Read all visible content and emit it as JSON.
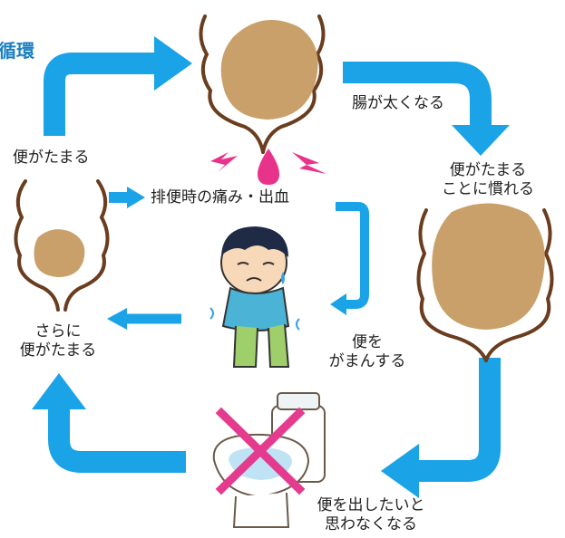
{
  "title_fragment": "循環",
  "labels": {
    "gut_thickens": "腸が太くなる",
    "used_to_stool": [
      "便がたまる",
      "ことに慣れる"
    ],
    "stool_collects": "便がたまる",
    "pain_bleeding": "排便時の痛み・出血",
    "hold_stool": [
      "便を",
      "がまんする"
    ],
    "more_stool": [
      "さらに",
      "便がたまる"
    ],
    "no_urge": [
      "便を出したいと",
      "思わなくなる"
    ]
  },
  "colors": {
    "arrow_blue": "#1aa3e6",
    "stool_brown": "#c9a06a",
    "outline_brown": "#6b3d1f",
    "pain_pink": "#e8338b",
    "cross_magenta": "#e43b8e",
    "title_blue": "#1a7fc1"
  }
}
